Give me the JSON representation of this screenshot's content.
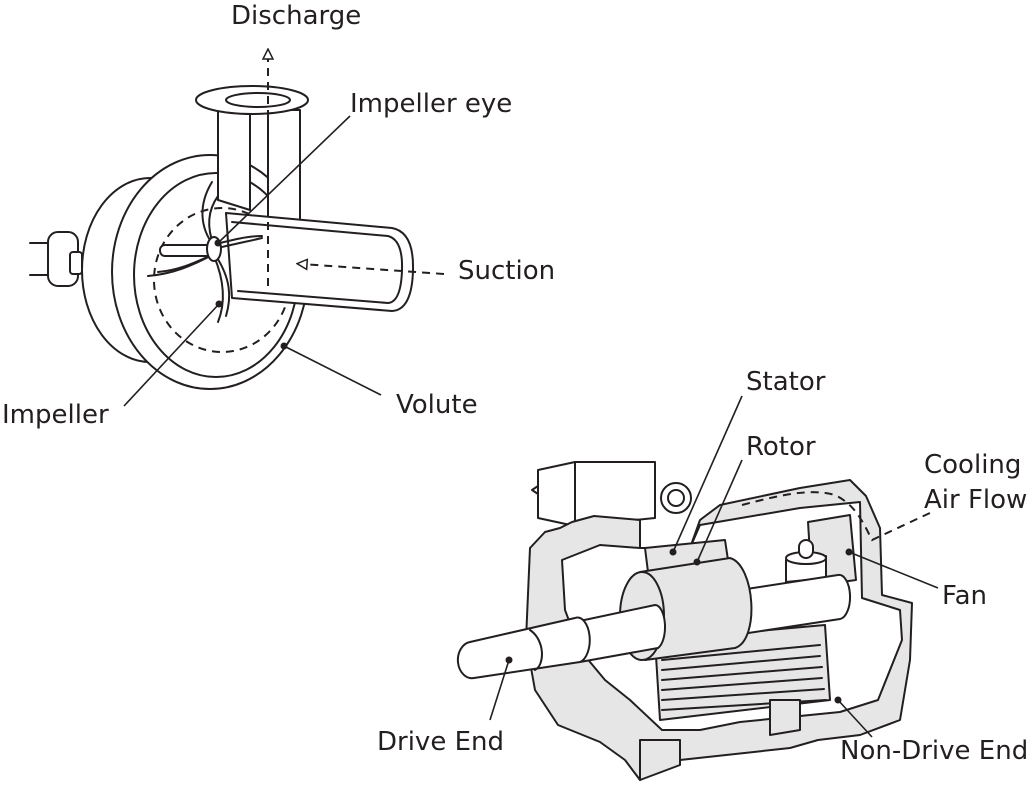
{
  "pump": {
    "labels": {
      "discharge": "Discharge",
      "impeller_eye": "Impeller eye",
      "suction": "Suction",
      "impeller": "Impeller",
      "volute": "Volute"
    }
  },
  "motor": {
    "labels": {
      "stator": "Stator",
      "rotor": "Rotor",
      "cooling_line1": "Cooling",
      "cooling_line2": "Air Flow",
      "fan": "Fan",
      "drive_end": "Drive End",
      "non_drive_end": "Non-Drive End"
    }
  },
  "colors": {
    "line": "#231f20",
    "cutaway_fill": "#e6e6e6",
    "background": "#ffffff"
  }
}
